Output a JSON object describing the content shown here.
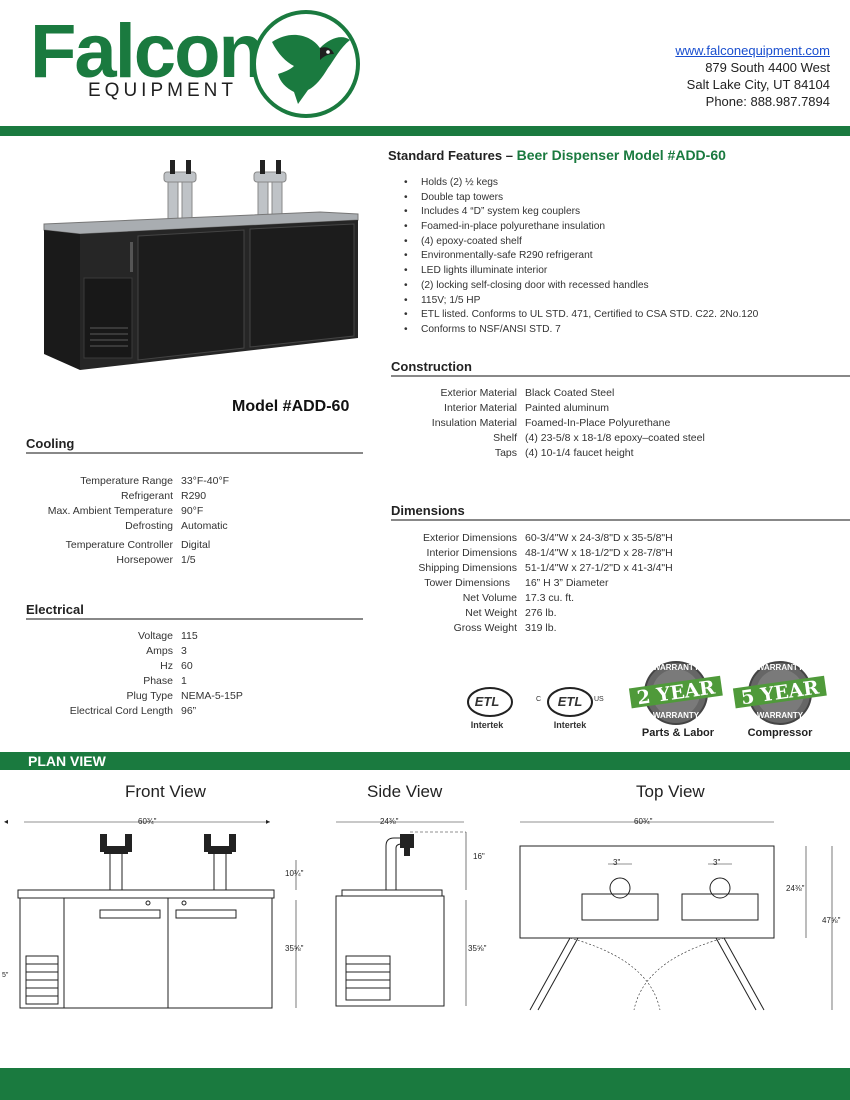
{
  "brand": {
    "name": "Falcon",
    "subtitle": "EQUIPMENT"
  },
  "contact": {
    "url": "www.falconequipment.com",
    "address1": "879 South 4400 West",
    "address2": "Salt Lake City, UT 84104",
    "phone": "Phone: 888.987.7894"
  },
  "model_label": "Model #ADD-60",
  "standard_features": {
    "prefix": "Standard Features – ",
    "title": "Beer Dispenser Model #ADD-60",
    "items": [
      "Holds (2) ½ kegs",
      "Double tap towers",
      "Includes 4 “D” system keg couplers",
      "Foamed-in-place polyurethane insulation",
      "(4) epoxy-coated shelf",
      "Environmentally-safe R290 refrigerant",
      "LED lights illuminate interior",
      "(2) locking self-closing door with recessed handles",
      "115V; 1/5 HP",
      "ETL listed. Conforms to UL STD. 471, Certified to CSA STD. C22. 2No.120",
      "Conforms to NSF/ANSI STD. 7"
    ]
  },
  "cooling": {
    "title": "Cooling",
    "rows": [
      {
        "label": "Temperature Range",
        "value": "33°F-40°F"
      },
      {
        "label": "Refrigerant",
        "value": "R290"
      },
      {
        "label": "Max. Ambient Temperature",
        "value": "90°F"
      },
      {
        "label": "Defrosting",
        "value": "Automatic"
      },
      {
        "label": "Temperature Controller",
        "value": "Digital"
      },
      {
        "label": "Horsepower",
        "value": "1/5"
      }
    ]
  },
  "electrical": {
    "title": "Electrical",
    "rows": [
      {
        "label": "Voltage",
        "value": "115"
      },
      {
        "label": "Amps",
        "value": "3"
      },
      {
        "label": "Hz",
        "value": "60"
      },
      {
        "label": "Phase",
        "value": "1"
      },
      {
        "label": "Plug Type",
        "value": "NEMA-5-15P"
      },
      {
        "label": "Electrical Cord Length",
        "value": "96”"
      }
    ]
  },
  "construction": {
    "title": "Construction",
    "rows": [
      {
        "label": "Exterior Material",
        "value": "Black Coated Steel"
      },
      {
        "label": "Interior Material",
        "value": "Painted aluminum"
      },
      {
        "label": "Insulation Material",
        "value": "Foamed-In-Place Polyurethane"
      },
      {
        "label": "Shelf",
        "value": "(4) 23-5/8 x 18-1/8 epoxy–coated steel"
      },
      {
        "label": "Taps",
        "value": "(4) 10-1/4 faucet height"
      }
    ]
  },
  "dimensions": {
    "title": "Dimensions",
    "rows": [
      {
        "label": "Exterior Dimensions",
        "value": "60-3/4\"W x 24-3/8\"D x 35-5/8\"H"
      },
      {
        "label": "Interior Dimensions",
        "value": "48-1/4\"W x 18-1/2\"D x 28-7/8\"H"
      },
      {
        "label": "Shipping Dimensions",
        "value": "51-1/4\"W x 27-1/2\"D x 41-3/4\"H"
      },
      {
        "label": "Tower Dimensions",
        "value": "16” H 3” Diameter"
      },
      {
        "label": "Net Volume",
        "value": "17.3 cu. ft."
      },
      {
        "label": "Net Weight",
        "value": "276 lb."
      },
      {
        "label": "Gross Weight",
        "value": "319 lb."
      }
    ]
  },
  "certifications": {
    "etl_text": "ETL",
    "intertek": "Intertek",
    "c_mark": "C",
    "us_mark": "US",
    "warranty_word": "WARRANTY",
    "badge1_text": "2 YEAR",
    "badge1_caption": "Parts & Labor",
    "badge2_text": "5 YEAR",
    "badge2_caption": "Compressor"
  },
  "plan_view": {
    "title": "PLAN VIEW",
    "front_title": "Front View",
    "side_title": "Side View",
    "top_title": "Top View",
    "front_width": "60¾\"",
    "front_tower": "10¼\"",
    "front_height": "35⅝\"",
    "side_depth": "24⅜\"",
    "side_tower": "16\"",
    "side_height": "35⅝\"",
    "top_width": "60¾\"",
    "top_depth": "24⅜\"",
    "top_open": "47⅝\"",
    "top_tower_dia": "3\"",
    "front_side_note": "5\""
  },
  "colors": {
    "brand_green": "#1a7a3f",
    "link_blue": "#1a4fcf"
  }
}
